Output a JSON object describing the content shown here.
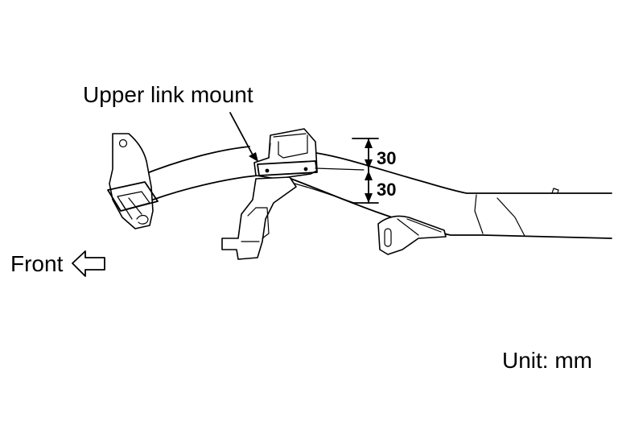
{
  "labels": {
    "upper_link_mount": "Upper link mount",
    "dim_upper": "30",
    "dim_lower": "30",
    "front": "Front",
    "unit": "Unit: mm"
  },
  "icons": {
    "front_arrow": "hollow-left-arrow-icon"
  },
  "colors": {
    "line": "#000000",
    "background": "#ffffff"
  }
}
